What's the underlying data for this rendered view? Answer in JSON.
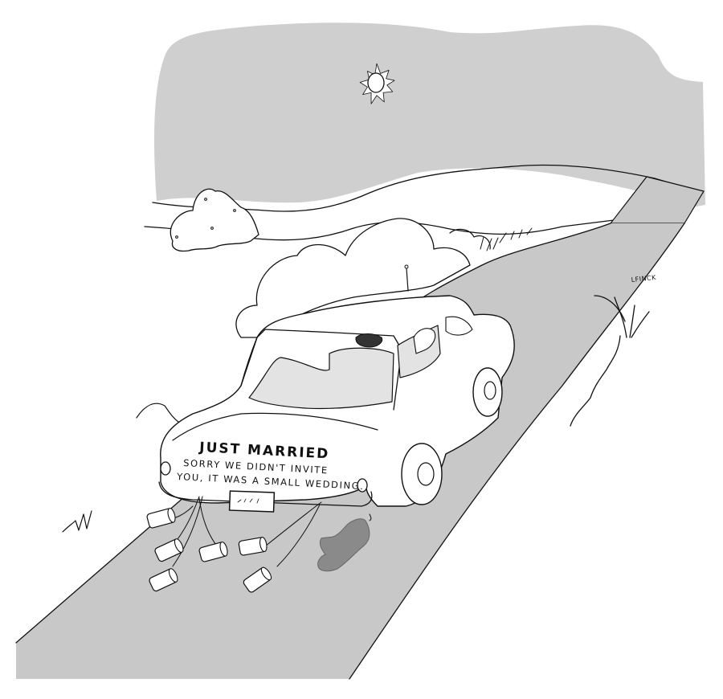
{
  "cartoon": {
    "car_sign": {
      "line1": "JUST MARRIED",
      "line2": "SORRY WE DIDN'T INVITE",
      "line3": "YOU, IT WAS A SMALL WEDDING."
    },
    "signature": "LFINCK",
    "elements": {
      "sun": "sun-icon",
      "car": "car-illustration",
      "cans": "tin-cans",
      "road": "road",
      "bushes": "bushes"
    },
    "colors": {
      "sky": "#cfcfcf",
      "road": "#c8c8c8",
      "ink": "#111111",
      "oil_puddle": "#8a8a8a",
      "car_interior": "#e3e3e3",
      "background": "#ffffff"
    }
  }
}
